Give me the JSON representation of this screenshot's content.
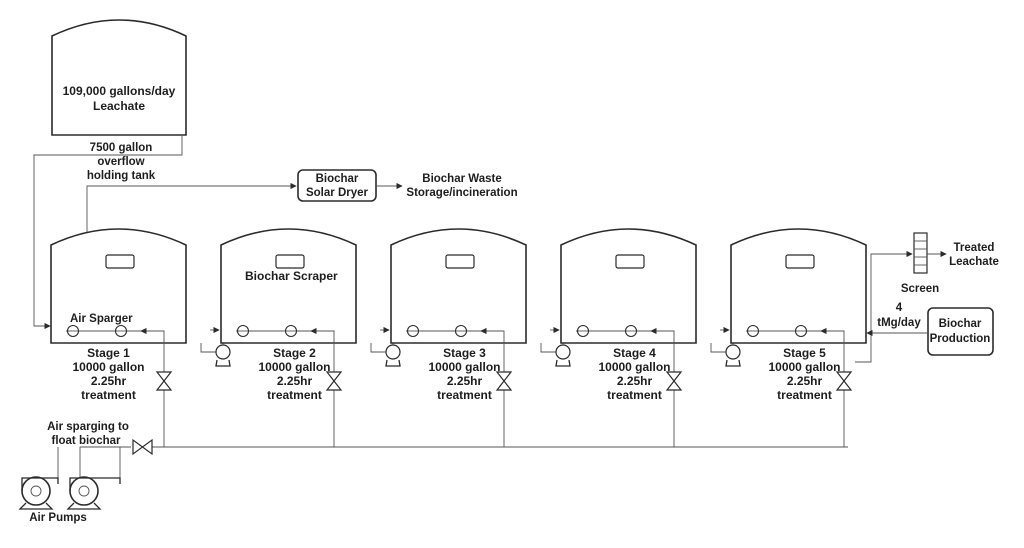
{
  "colors": {
    "line": "#2b2b2b",
    "fill": "#ffffff",
    "text": "#1e1e1e"
  },
  "source_tank": {
    "line1": "109,000 gallons/day",
    "line2": "Leachate"
  },
  "overflow_tank": {
    "line1": "7500 gallon",
    "line2": "overflow",
    "line3": "holding tank"
  },
  "dryer": {
    "line1": "Biochar",
    "line2": "Solar Dryer"
  },
  "waste": {
    "line1": "Biochar Waste",
    "line2": "Storage/incineration"
  },
  "labels": {
    "air_sparger": "Air Sparger",
    "biochar_scraper": "Biochar Scraper",
    "screen": "Screen",
    "air_sparging_1": "Air sparging to",
    "air_sparging_2": "float biochar",
    "air_pumps": "Air Pumps"
  },
  "treated": {
    "line1": "Treated",
    "line2": "Leachate"
  },
  "feed_rate": {
    "line1": "4",
    "line2": "tMg/day"
  },
  "biochar_production": {
    "line1": "Biochar",
    "line2": "Production"
  },
  "stages": [
    {
      "name": "Stage 1",
      "volume": "10000 gallon",
      "time": "2.25hr",
      "note": "treatment"
    },
    {
      "name": "Stage 2",
      "volume": "10000 gallon",
      "time": "2.25hr",
      "note": "treatment"
    },
    {
      "name": "Stage 3",
      "volume": "10000 gallon",
      "time": "2.25hr",
      "note": "treatment"
    },
    {
      "name": "Stage 4",
      "volume": "10000 gallon",
      "time": "2.25hr",
      "note": "treatment"
    },
    {
      "name": "Stage 5",
      "volume": "10000 gallon",
      "time": "2.25hr",
      "note": "treatment"
    }
  ]
}
